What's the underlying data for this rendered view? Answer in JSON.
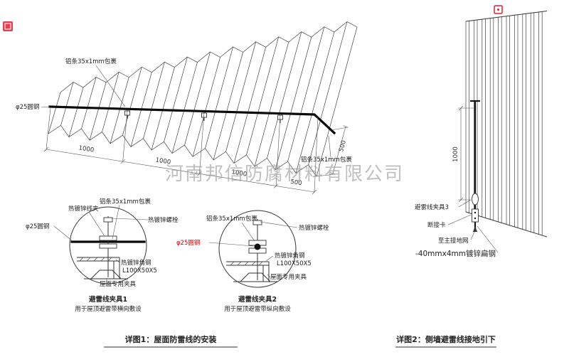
{
  "watermark": "河南邦信防腐材料有限公司",
  "roof": {
    "label_alu_top": "铝条35x1mm包裹",
    "label_alu_bottom": "铝条35x1mm包裹",
    "label_rod": "φ25圆钢",
    "dims": [
      "1000",
      "1000",
      "1000",
      "500"
    ],
    "dim_right": "500"
  },
  "detail1": {
    "label_wire_clip": "热镀锌线夹",
    "label_alu": "铝条35x1mm包裹",
    "label_bolt": "热镀锌螺栓",
    "label_rod": "φ25圆钢",
    "label_angle_line1": "热镀锌角钢",
    "label_angle_line2": "L100X50X5",
    "label_fixture": "屋面专用夹具",
    "title": "避雷线夹具1",
    "subtitle": "用于屋顶避雷带横向敷设"
  },
  "detail2": {
    "label_alu": "铝条35x1mm包裹",
    "label_bolt": "热镀锌螺栓",
    "label_rod": "φ25圆钢",
    "label_angle_line1": "热镀锌角钢",
    "label_angle_line2": "L100X50X5",
    "label_fixture": "屋面专用夹具",
    "title": "避雷线夹具2",
    "subtitle": "用于屋顶避雷带纵向敷设"
  },
  "wall": {
    "dim": "1000",
    "label_clamp3": "避雷线夹具3",
    "label_disconnect": "断接卡",
    "label_to_ground": "至主接地网",
    "label_flat_steel": "-40mmx4mm镀锌扁钢"
  },
  "captions": {
    "detail1": "详图1：屋面防雷线的安装",
    "detail2": "详图2：侧墙避雷线接地引下"
  },
  "colors": {
    "line": "#333333",
    "accent_red": "#cc0000",
    "watermark_gray": "#9a9a9a"
  }
}
